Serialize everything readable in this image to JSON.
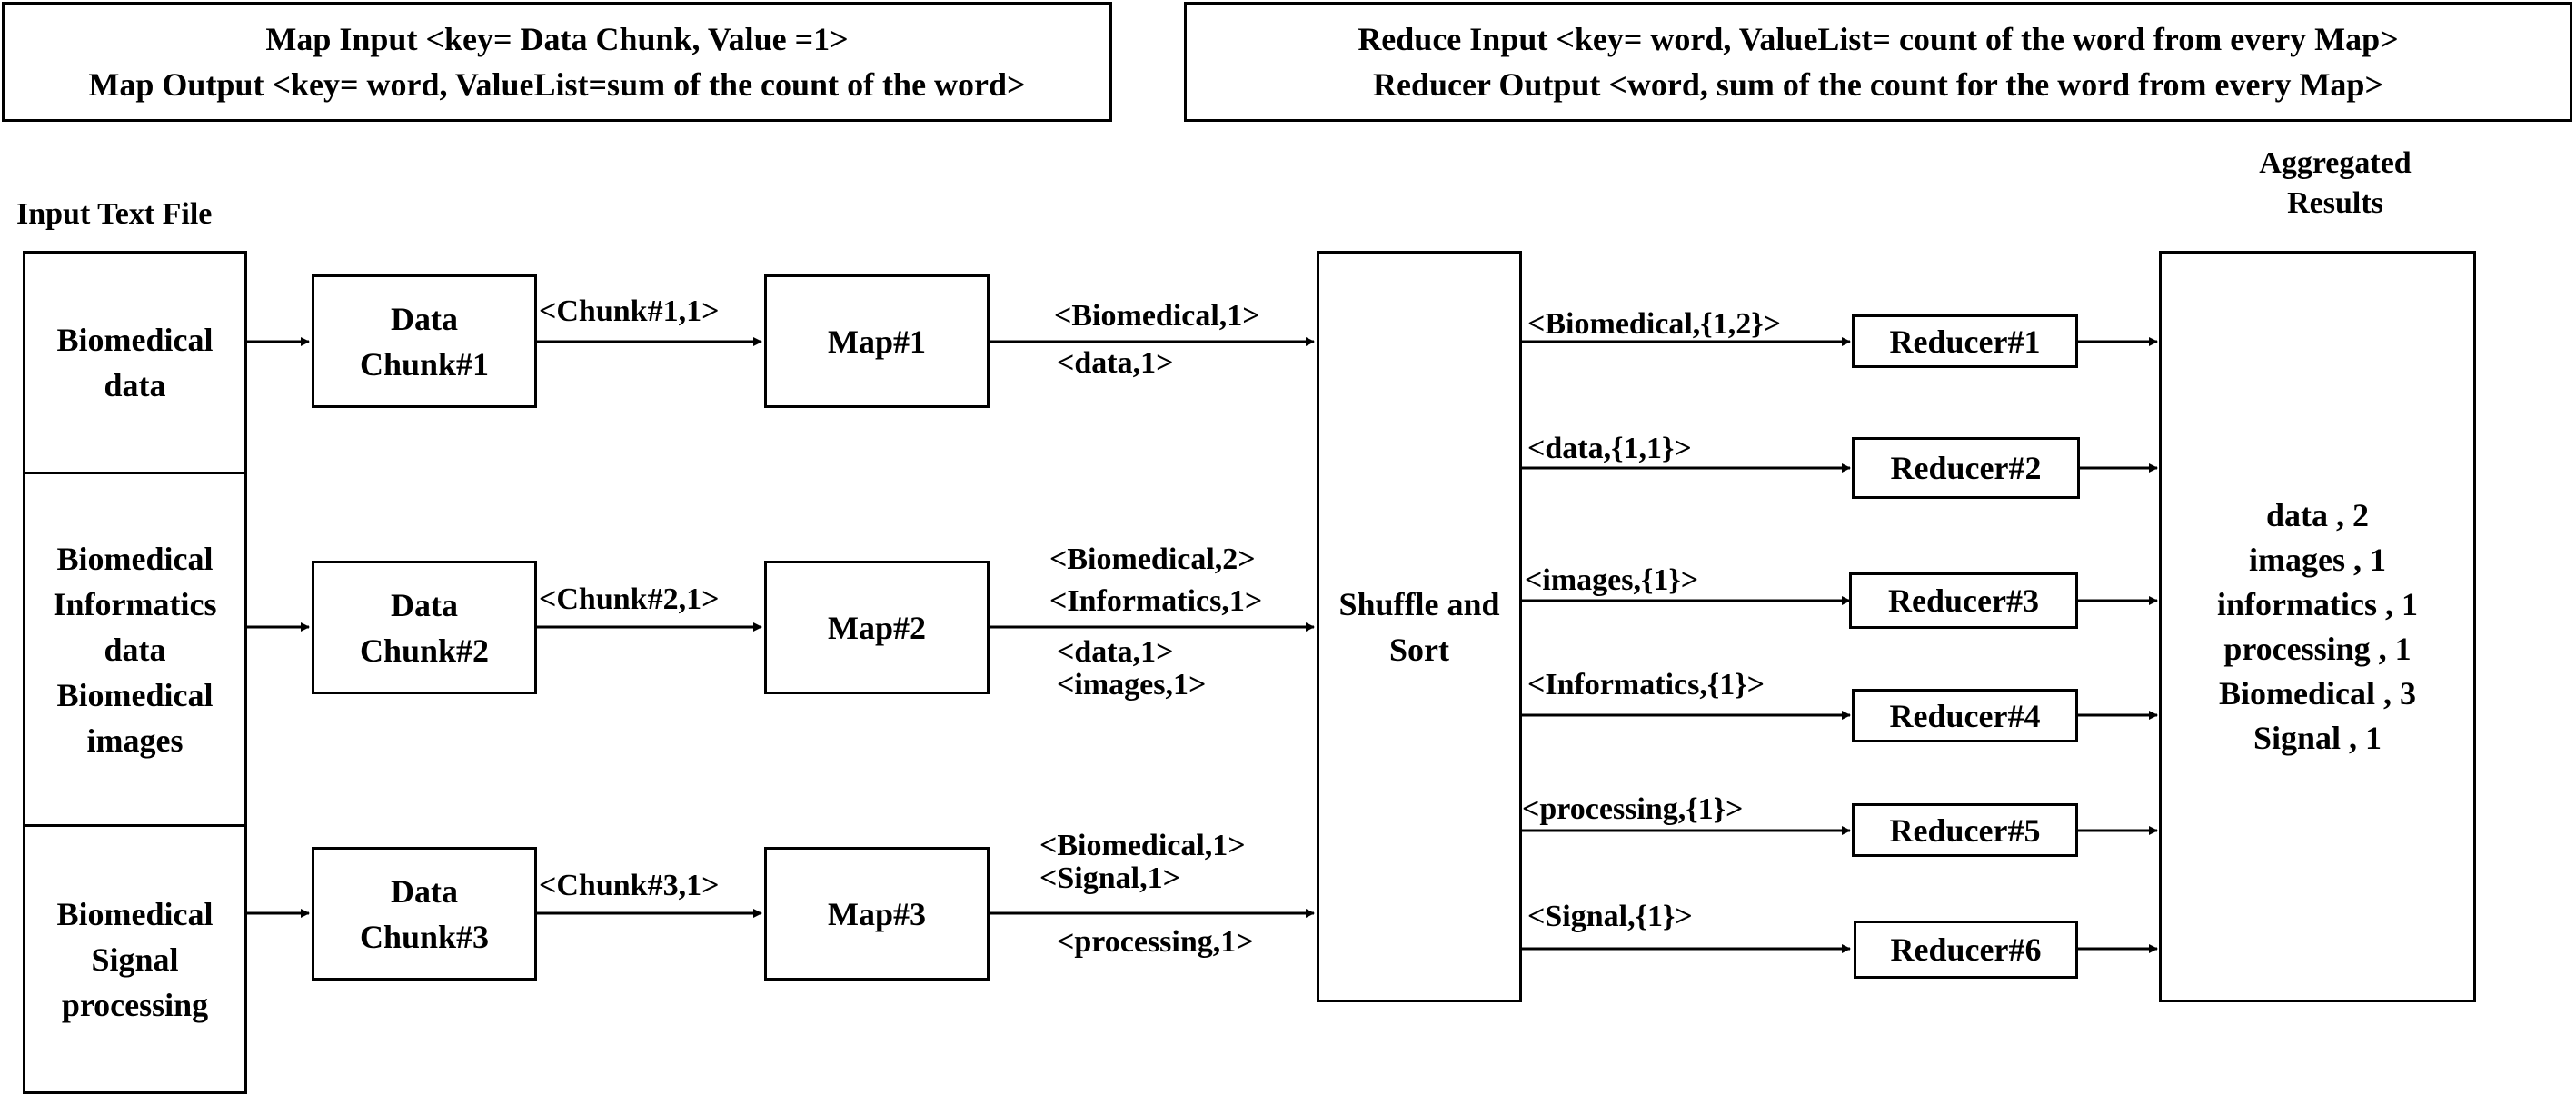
{
  "headers": {
    "map": {
      "line1": "Map Input <key= Data Chunk, Value =1>",
      "line2": "Map Output <key= word, ValueList=sum of the count of the word>"
    },
    "reduce": {
      "line1": "Reduce Input <key= word, ValueList= count of the word from every Map>",
      "line2": "Reducer Output <word, sum of the count for the word from every Map>"
    }
  },
  "input": {
    "title": "Input Text File",
    "cells": [
      {
        "lines": [
          "Biomedical",
          "data"
        ]
      },
      {
        "lines": [
          "Biomedical",
          "Informatics",
          "data",
          "Biomedical",
          "images"
        ]
      },
      {
        "lines": [
          "Biomedical",
          "Signal",
          "processing"
        ]
      }
    ]
  },
  "chunks": [
    {
      "lines": [
        "Data",
        "Chunk#1"
      ],
      "edge": "<Chunk#1,1>"
    },
    {
      "lines": [
        "Data",
        "Chunk#2"
      ],
      "edge": "<Chunk#2,1>"
    },
    {
      "lines": [
        "Data",
        "Chunk#3"
      ],
      "edge": "<Chunk#3,1>"
    }
  ],
  "maps": [
    {
      "label": "Map#1",
      "outputs": [
        "<Biomedical,1>",
        "<data,1>"
      ]
    },
    {
      "label": "Map#2",
      "outputs": [
        "<Biomedical,2>",
        "<Informatics,1>",
        "<data,1>",
        "<images,1>"
      ]
    },
    {
      "label": "Map#3",
      "outputs": [
        "<Biomedical,1>",
        "<Signal,1>",
        "<processing,1>"
      ]
    }
  ],
  "shuffle": {
    "lines": [
      "Shuffle and",
      "Sort"
    ]
  },
  "reducers": [
    {
      "label": "Reducer#1",
      "input": "<Biomedical,{1,2}>"
    },
    {
      "label": "Reducer#2",
      "input": "<data,{1,1}>"
    },
    {
      "label": "Reducer#3",
      "input": "<images,{1}>"
    },
    {
      "label": "Reducer#4",
      "input": "<Informatics,{1}>"
    },
    {
      "label": "Reducer#5",
      "input": "<processing,{1}>"
    },
    {
      "label": "Reducer#6",
      "input": "<Signal,{1}>"
    }
  ],
  "aggregated": {
    "title": [
      "Aggregated",
      "Results"
    ],
    "lines": [
      "data , 2",
      "images , 1",
      "informatics , 1",
      "processing , 1",
      "Biomedical , 3",
      "Signal , 1"
    ]
  }
}
